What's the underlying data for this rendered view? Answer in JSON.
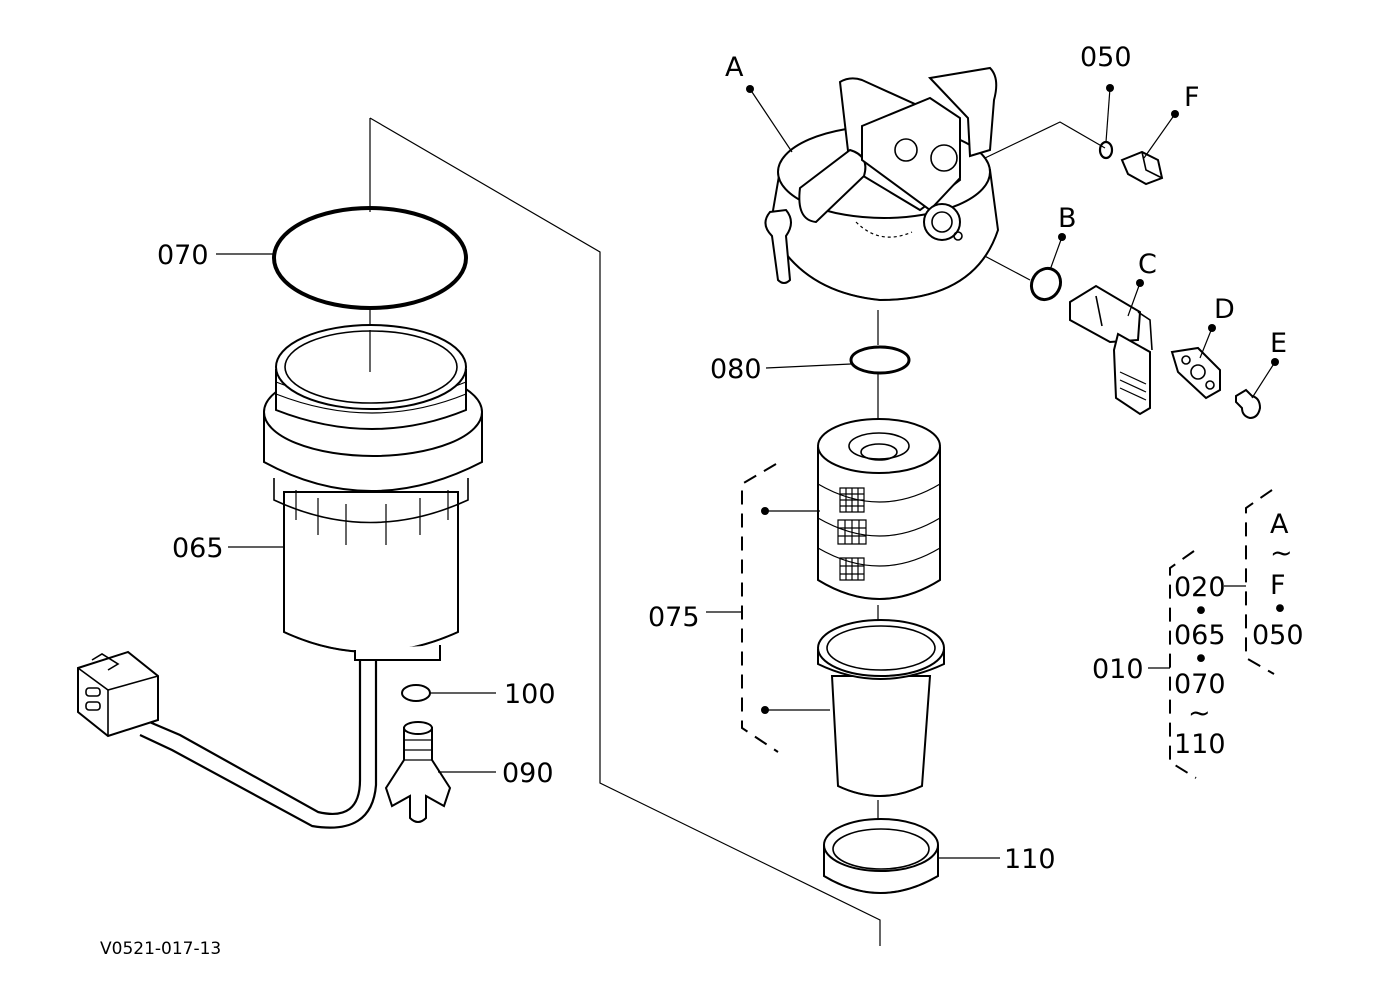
{
  "labels": {
    "A": "A",
    "B": "B",
    "C": "C",
    "D": "D",
    "E": "E",
    "F": "F",
    "p050": "050",
    "p065": "065",
    "p070": "070",
    "p075": "075",
    "p080": "080",
    "p090": "090",
    "p100": "100",
    "p110": "110"
  },
  "assembly_legend": {
    "assembly": "010",
    "col1": [
      "020",
      "•",
      "065",
      "•",
      "070",
      "~",
      "110"
    ],
    "col2": [
      "A",
      "~",
      "F",
      "•",
      "050"
    ]
  },
  "drawing_code": "V0521-017-13"
}
